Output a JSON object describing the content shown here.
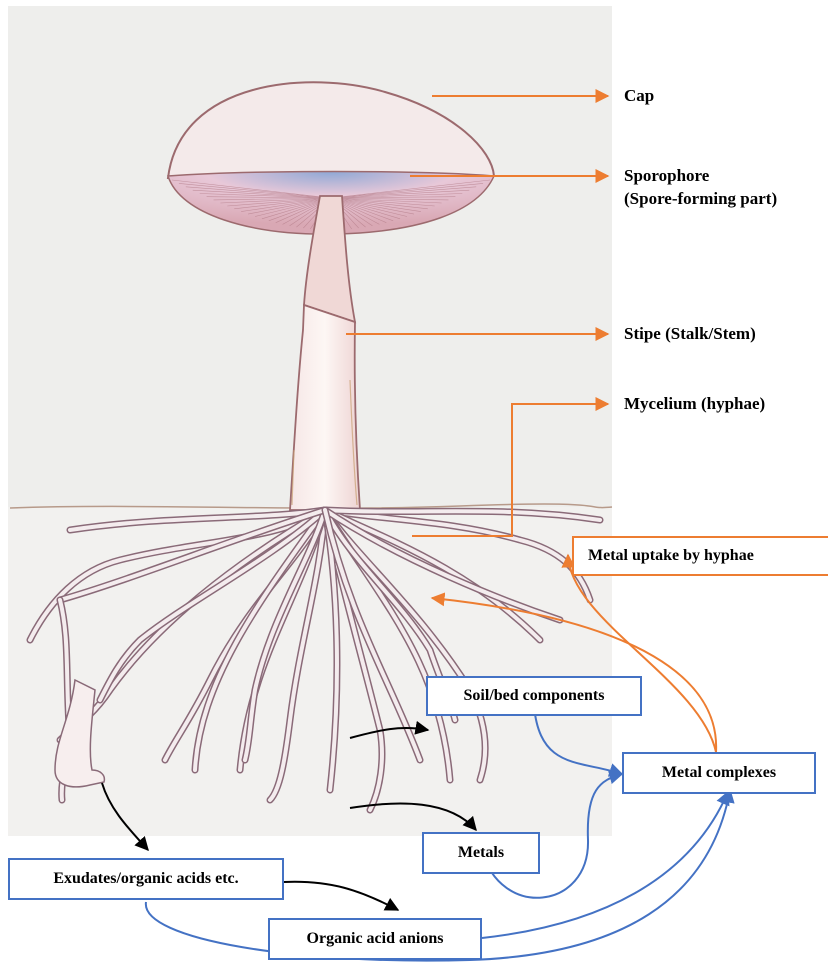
{
  "diagram": {
    "mushroom_labels": {
      "cap": "Cap",
      "sporophore_line1": "Sporophore",
      "sporophore_line2": "(Spore-forming part)",
      "stipe": "Stipe (Stalk/Stem)",
      "mycelium": "Mycelium (hyphae)"
    },
    "process_boxes": {
      "metal_uptake": "Metal uptake by hyphae",
      "soil_components": "Soil/bed components",
      "metal_complexes": "Metal complexes",
      "metals": "Metals",
      "exudates": "Exudates/organic acids etc.",
      "organic_acid_anions": "Organic acid anions"
    },
    "colors": {
      "label_arrow": "#ed7d31",
      "flow_arrow": "#4472c4",
      "process_arrow": "#000000",
      "box_border": "#4472c4"
    }
  }
}
